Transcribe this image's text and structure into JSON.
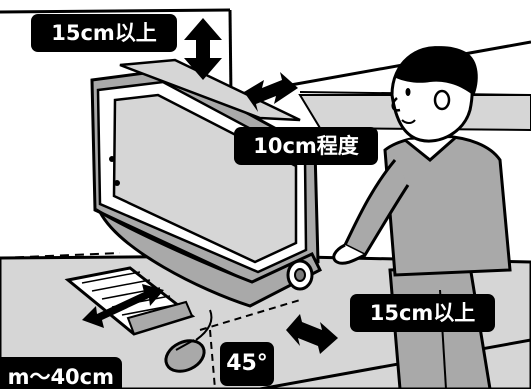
{
  "labels": {
    "top_clearance": "15cm以上",
    "rear_gap": "10cm程度",
    "side_clearance": "15cm以上",
    "viewing_distance": "m〜40cm",
    "tilt_angle": "45°"
  },
  "colors": {
    "ink": "#000000",
    "paper": "#ffffff",
    "gray_light": "#d6d6d6",
    "gray_mid": "#a9a9a9",
    "gray_dark": "#7a7a7a"
  },
  "icons": [
    "double-arrow-icon",
    "pc-monitor-icon",
    "keyboard-icon",
    "mouse-icon",
    "person-icon"
  ]
}
